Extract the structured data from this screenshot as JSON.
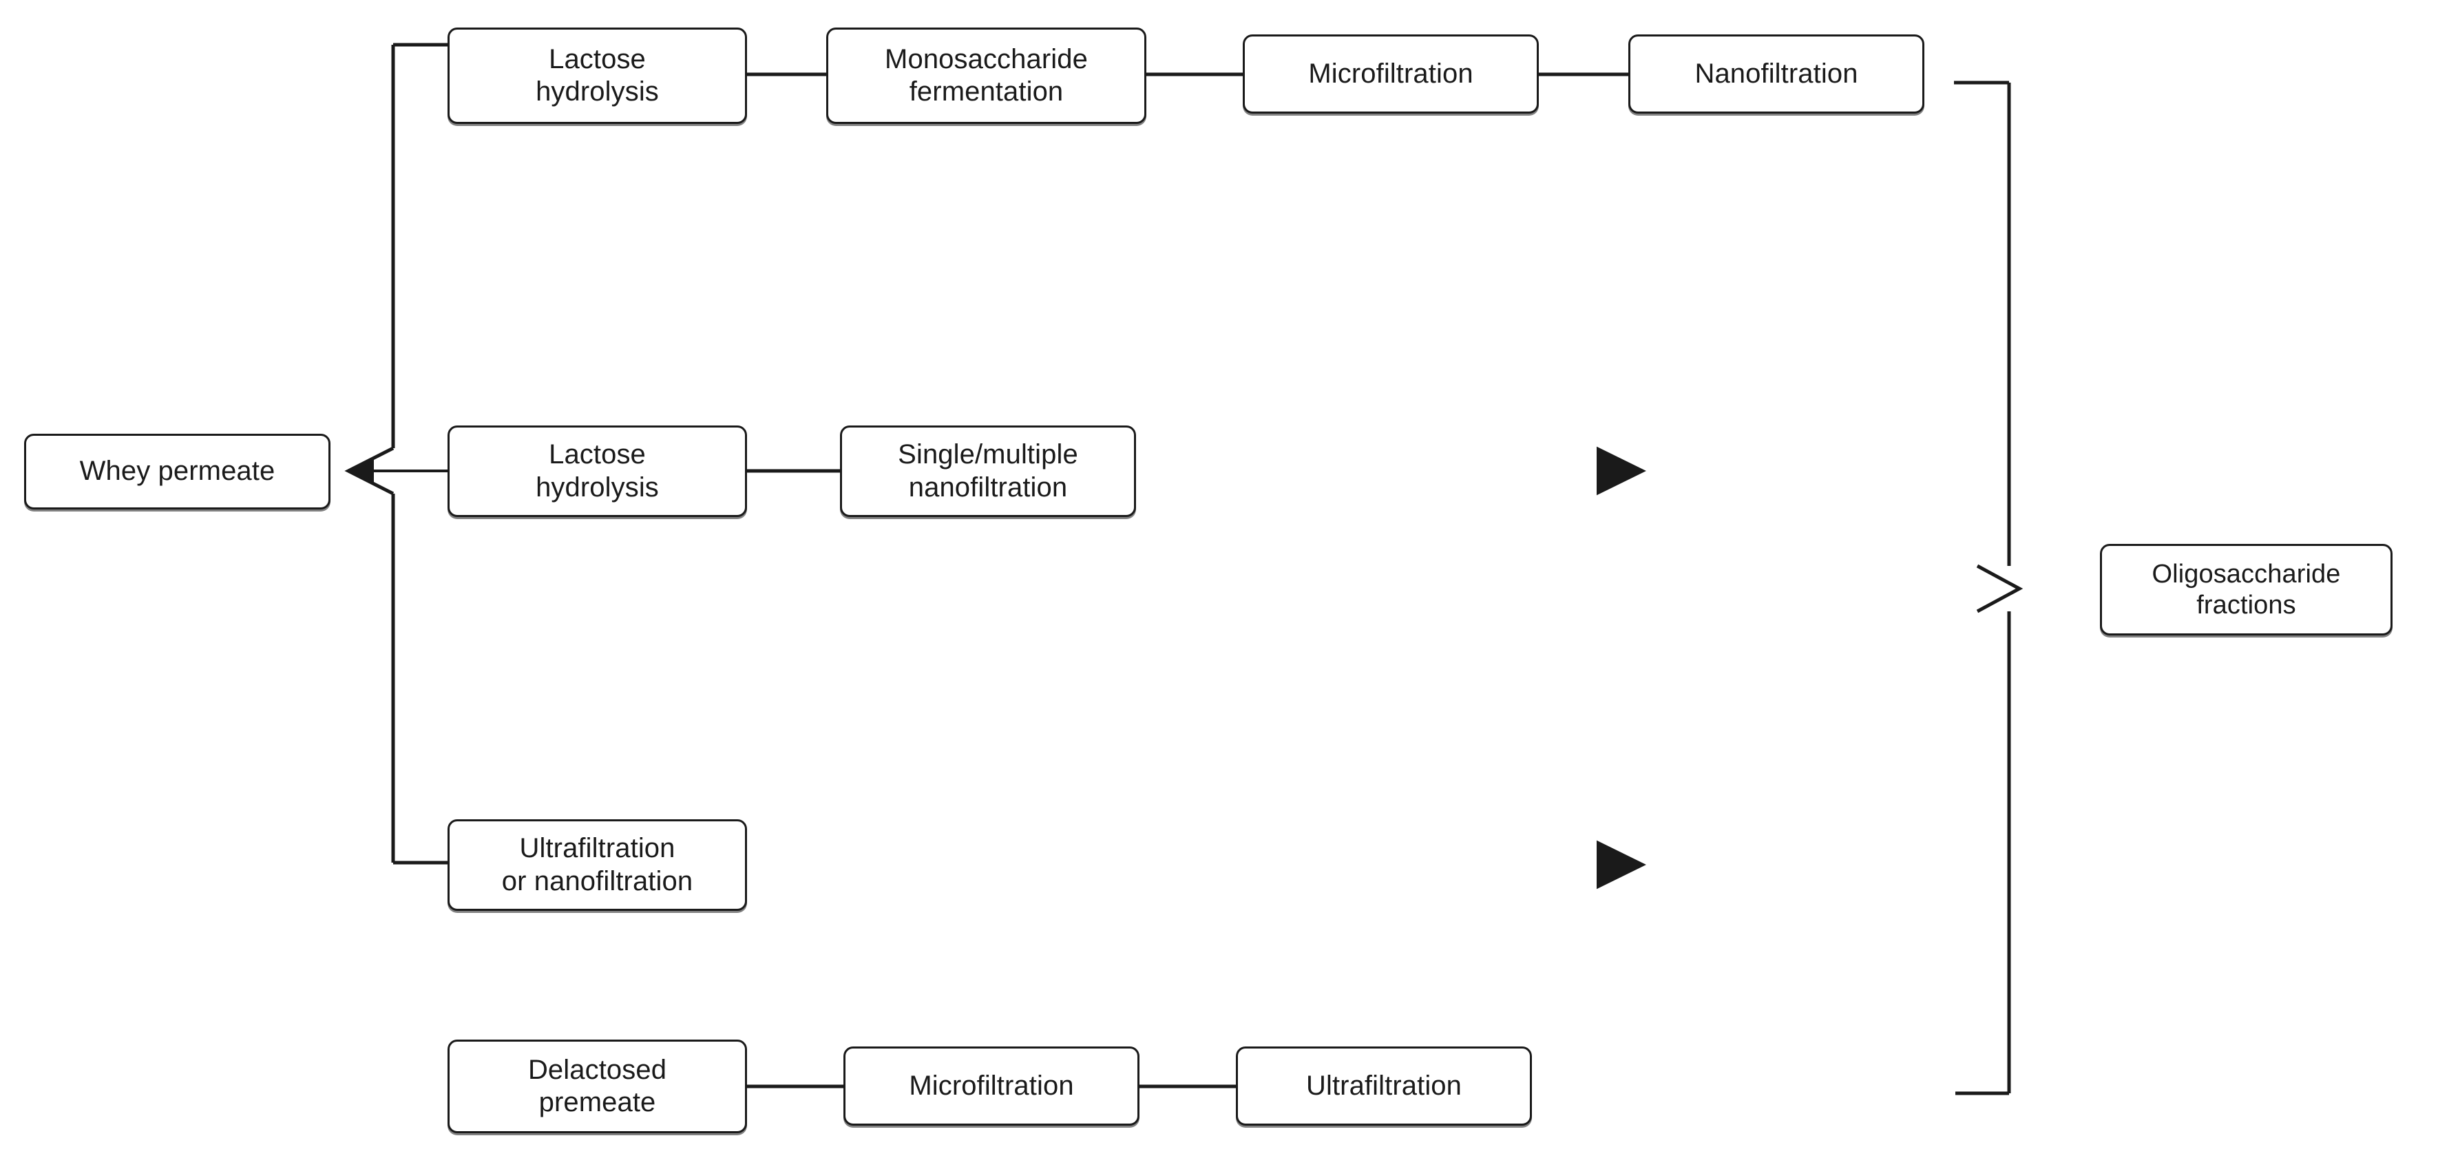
{
  "diagram": {
    "title": "Whey permeate to oligosaccharide fractions process flowchart",
    "background_color": "#ffffff",
    "line_color": "#1a1a1a",
    "text_color": "#1a1a1a"
  },
  "nodes": {
    "source": {
      "label": "Whey permeate"
    },
    "route_a": {
      "step1": "Lactose\nhydrolysis",
      "step2": "Monosaccharide\nfermentation",
      "step3": "Microfiltration",
      "step4": "Nanofiltration"
    },
    "route_b": {
      "step1": "Lactose\nhydrolysis",
      "step2": "Single/multiple\nnanofiltration"
    },
    "route_c": {
      "step1": "Ultrafiltration\nor nanofiltration"
    },
    "route_d": {
      "step1": "Delactosed\npremeate",
      "step2": "Microfiltration",
      "step3": "Ultrafiltration"
    },
    "product": {
      "label": "Oligosaccharide\nfractions"
    }
  }
}
